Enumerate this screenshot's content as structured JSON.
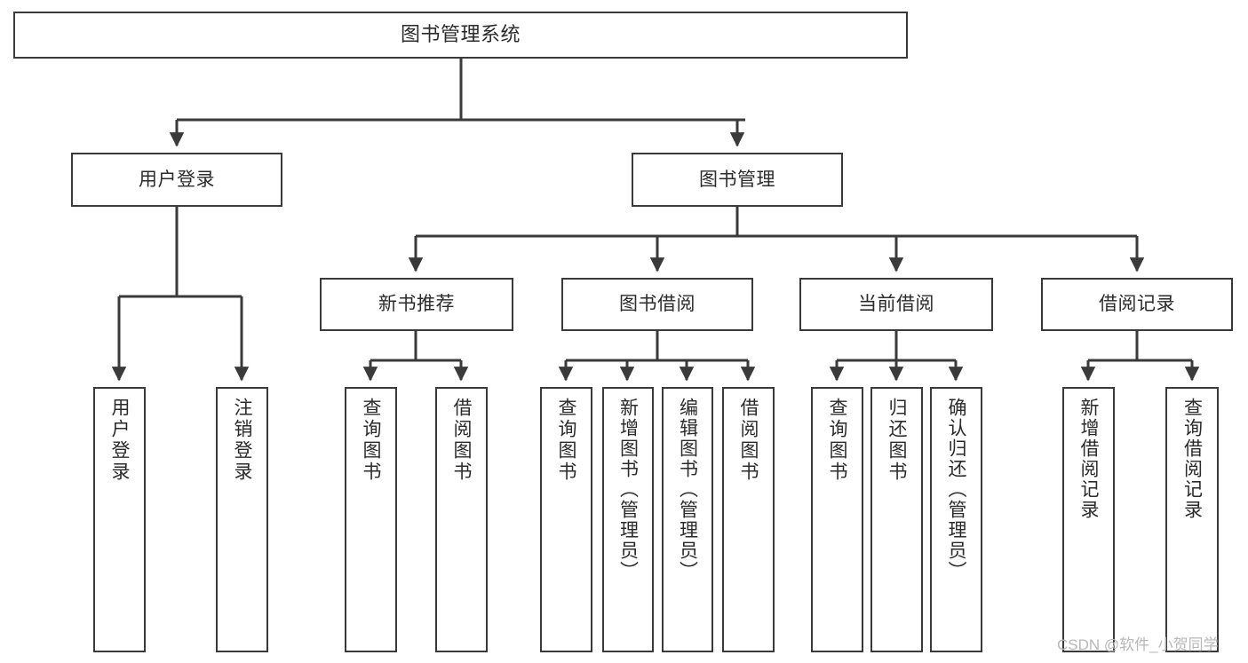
{
  "diagram": {
    "title": "图书管理系统",
    "type": "hierarchy-tree",
    "watermark": "CSDN @软件_小贺同学",
    "colors": {
      "background": "#ffffff",
      "box_border": "#3a3a3a",
      "box_fill": "#ffffff",
      "text": "#2b2b2b",
      "connector": "#3a3a3a",
      "watermark": "#b8b8b8"
    },
    "nodes": {
      "root": {
        "label": "图书管理系统"
      },
      "level2": [
        {
          "id": "user-login",
          "label": "用户登录"
        },
        {
          "id": "book-management",
          "label": "图书管理"
        }
      ],
      "level3": [
        {
          "id": "new-book-recommend",
          "label": "新书推荐"
        },
        {
          "id": "book-borrow",
          "label": "图书借阅"
        },
        {
          "id": "current-borrow",
          "label": "当前借阅"
        },
        {
          "id": "borrow-record",
          "label": "借阅记录"
        }
      ],
      "leaves": {
        "user_login": [
          {
            "id": "leaf-user-login",
            "label": "用户登录"
          },
          {
            "id": "leaf-logout-login",
            "label": "注销登录"
          }
        ],
        "new_book_recommend": [
          {
            "id": "leaf-query-book-1",
            "label": "查询图书"
          },
          {
            "id": "leaf-borrow-book-1",
            "label": "借阅图书"
          }
        ],
        "book_borrow": [
          {
            "id": "leaf-query-book-2",
            "label": "查询图书"
          },
          {
            "id": "leaf-add-book",
            "label": "新增图书（管理员）"
          },
          {
            "id": "leaf-edit-book",
            "label": "编辑图书（管理员）"
          },
          {
            "id": "leaf-borrow-book-2",
            "label": "借阅图书"
          }
        ],
        "current_borrow": [
          {
            "id": "leaf-query-book-3",
            "label": "查询图书"
          },
          {
            "id": "leaf-return-book",
            "label": "归还图书"
          },
          {
            "id": "leaf-confirm-return",
            "label": "确认归还（管理员）"
          }
        ],
        "borrow_record": [
          {
            "id": "leaf-add-record",
            "label": "新增借阅记录"
          },
          {
            "id": "leaf-query-record",
            "label": "查询借阅记录"
          }
        ]
      }
    }
  }
}
